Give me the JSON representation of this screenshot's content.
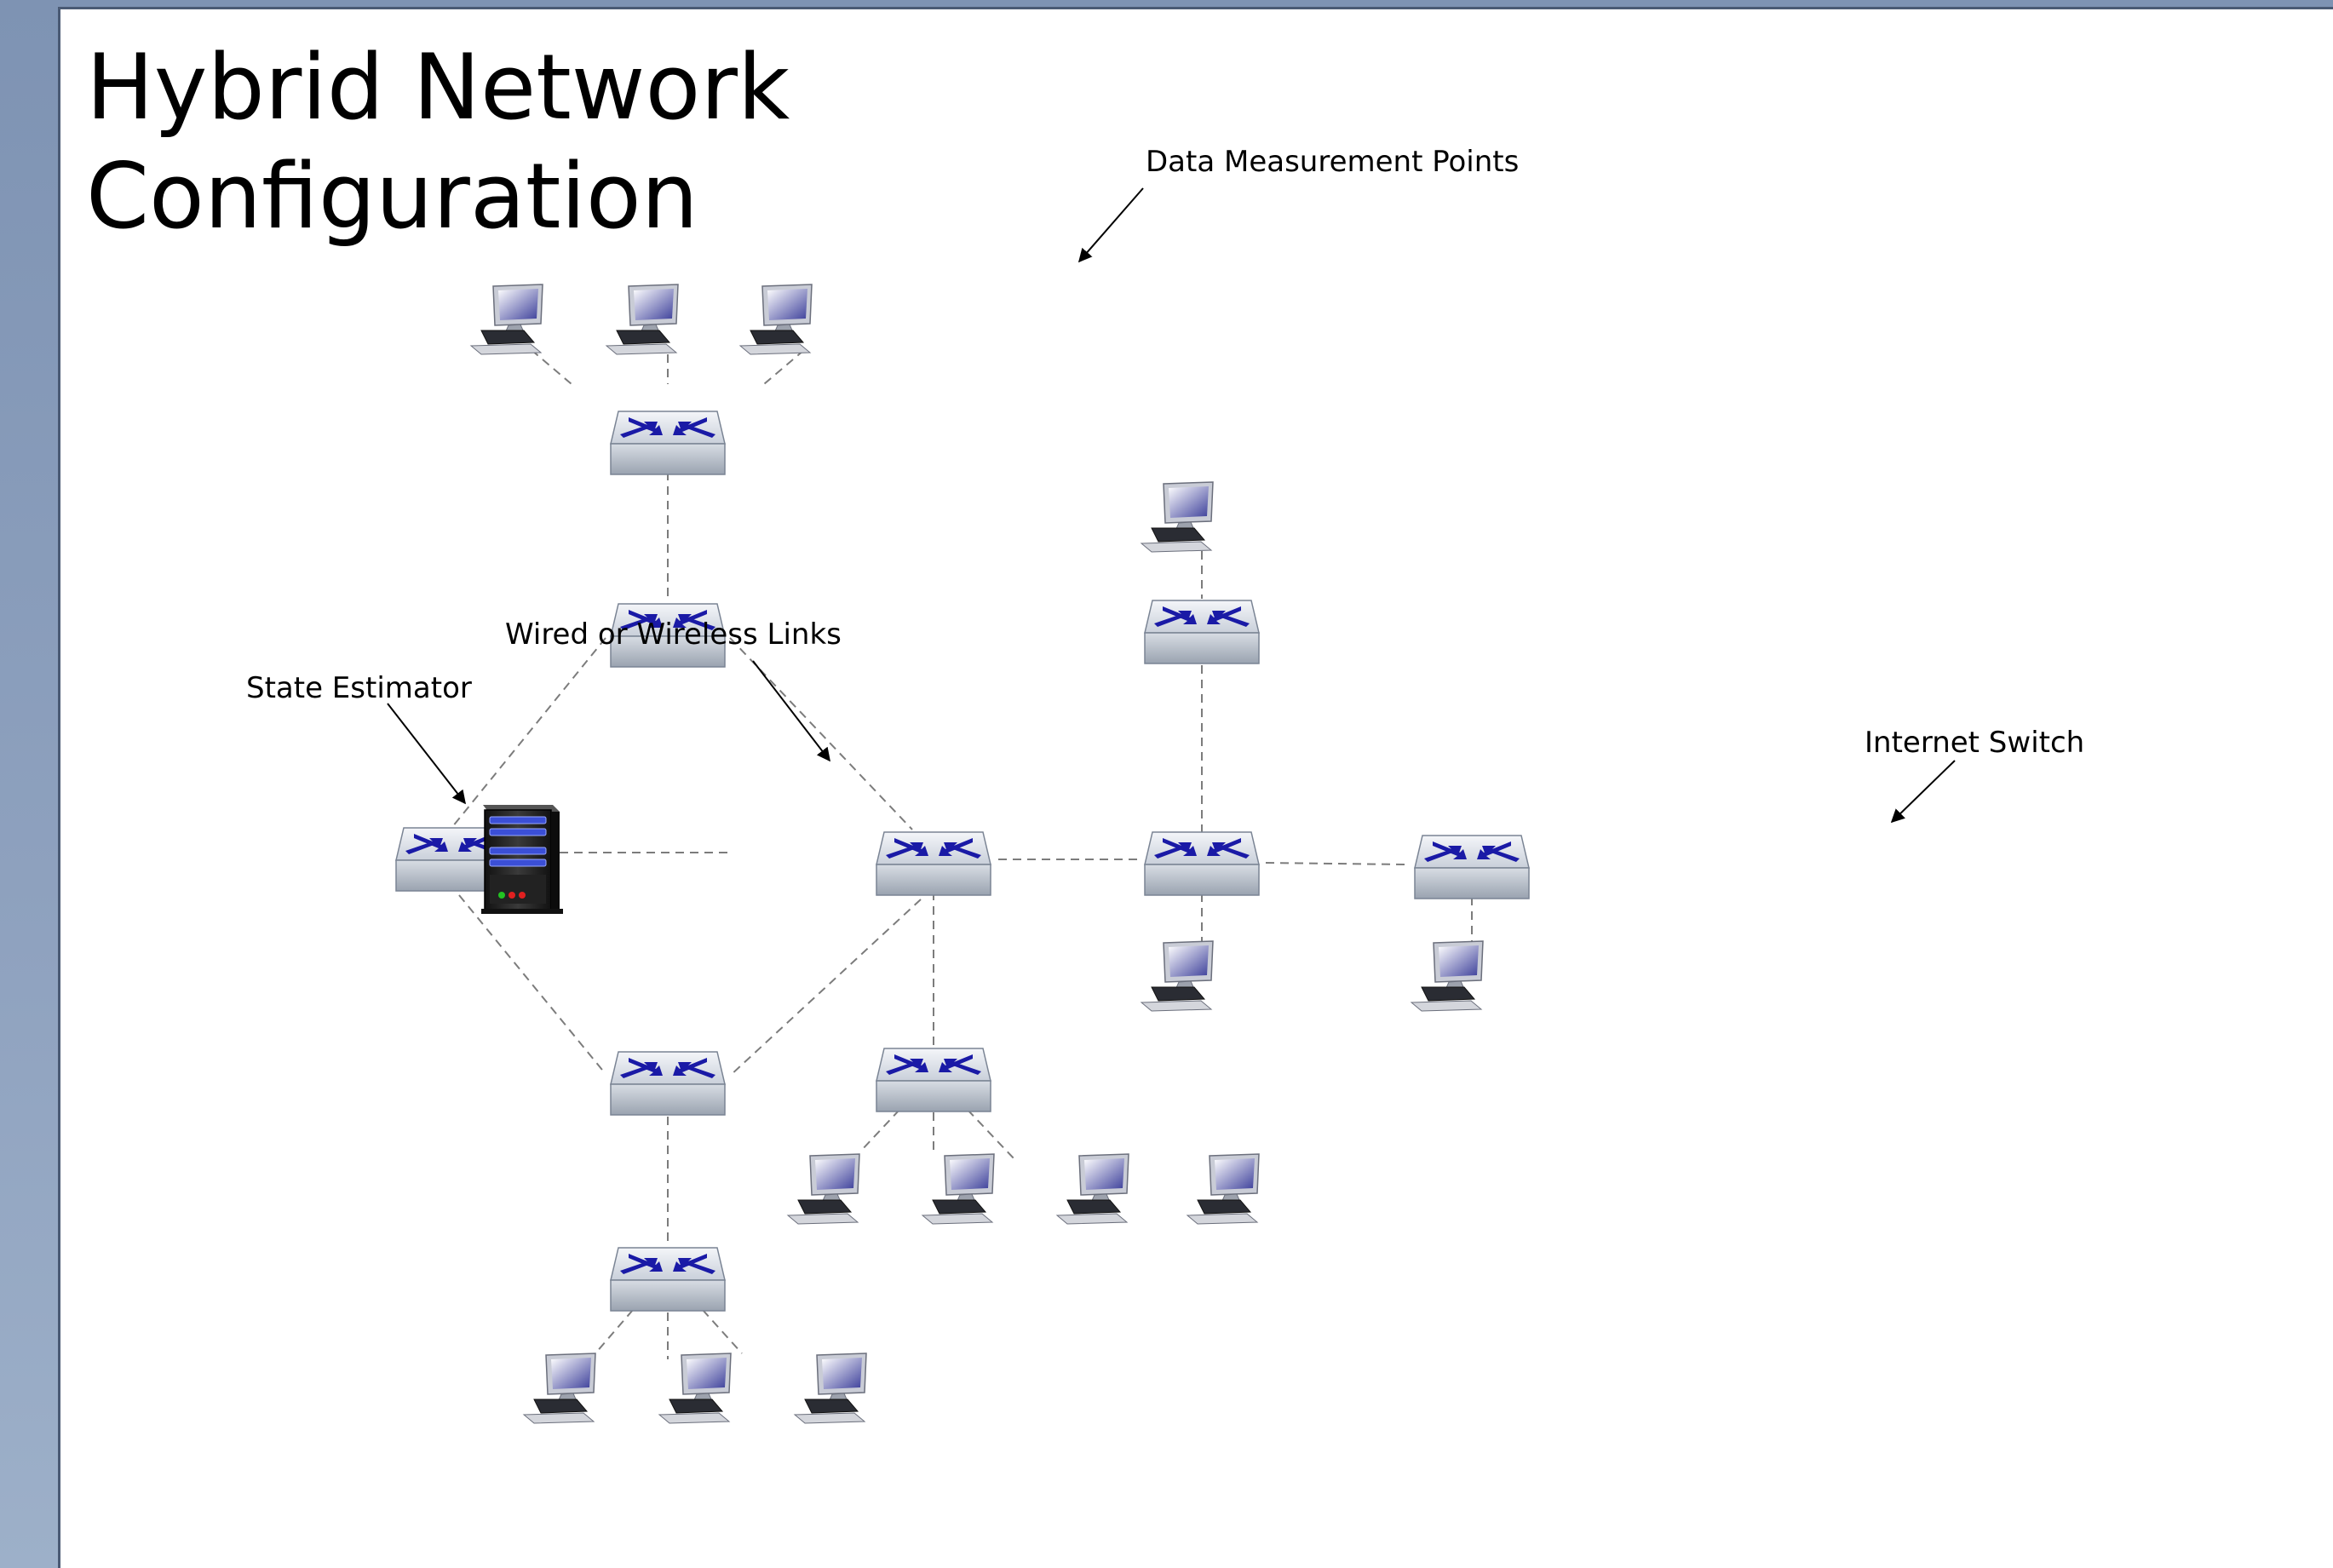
{
  "slide": {
    "title_line1": "Hybrid Network",
    "title_line2": "Configuration"
  },
  "annotations": {
    "data_measurement_points": "Data Measurement Points",
    "wired_or_wireless_links": "Wired or Wireless Links",
    "state_estimator": "State Estimator",
    "internet_switch": "Internet Switch"
  },
  "colors": {
    "background_frame": "#8a9dbb",
    "switch_arrow": "#1a1aa6",
    "link": "#777777"
  },
  "icons": [
    "server-icon",
    "switch-icon",
    "computer-icon",
    "arrow-icon"
  ]
}
